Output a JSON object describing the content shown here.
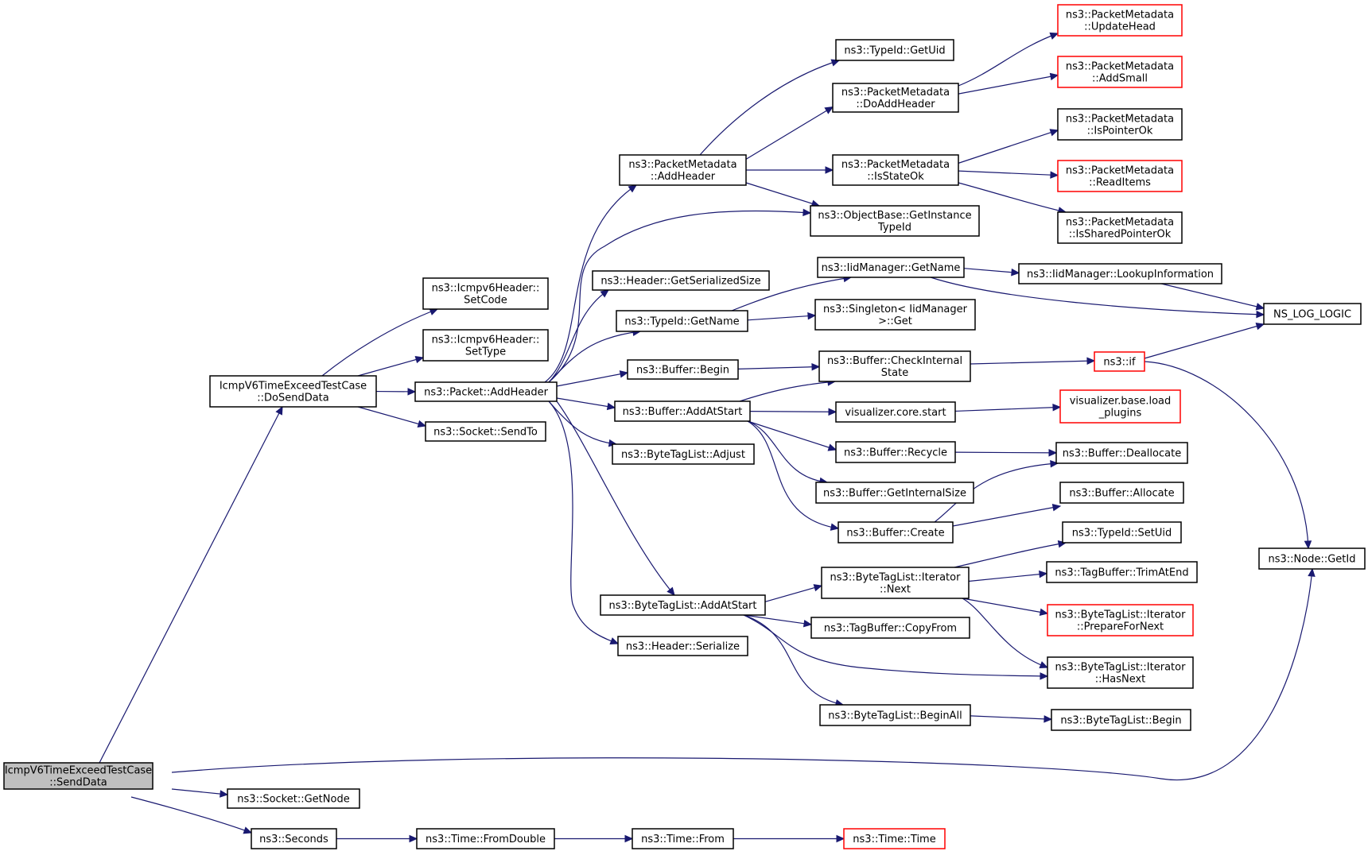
{
  "graph": {
    "nodes": [
      {
        "id": "sendData",
        "lines": [
          "IcmpV6TimeExceedTestCase",
          "::SendData"
        ],
        "style": "root"
      },
      {
        "id": "doSendData",
        "lines": [
          "IcmpV6TimeExceedTestCase",
          "::DoSendData"
        ],
        "style": "normal"
      },
      {
        "id": "setCode",
        "lines": [
          "ns3::Icmpv6Header::",
          "SetCode"
        ],
        "style": "normal"
      },
      {
        "id": "setType",
        "lines": [
          "ns3::Icmpv6Header::",
          "SetType"
        ],
        "style": "normal"
      },
      {
        "id": "pktAddHeader",
        "lines": [
          "ns3::Packet::AddHeader"
        ],
        "style": "normal"
      },
      {
        "id": "sendTo",
        "lines": [
          "ns3::Socket::SendTo"
        ],
        "style": "normal"
      },
      {
        "id": "getNode",
        "lines": [
          "ns3::Socket::GetNode"
        ],
        "style": "normal"
      },
      {
        "id": "seconds",
        "lines": [
          "ns3::Seconds"
        ],
        "style": "normal"
      },
      {
        "id": "fromDouble",
        "lines": [
          "ns3::Time::FromDouble"
        ],
        "style": "normal"
      },
      {
        "id": "timeFrom",
        "lines": [
          "ns3::Time::From"
        ],
        "style": "normal"
      },
      {
        "id": "timeTime",
        "lines": [
          "ns3::Time::Time"
        ],
        "style": "red"
      },
      {
        "id": "pmAddHeader",
        "lines": [
          "ns3::PacketMetadata",
          "::AddHeader"
        ],
        "style": "normal"
      },
      {
        "id": "getSerSize",
        "lines": [
          "ns3::Header::GetSerializedSize"
        ],
        "style": "normal"
      },
      {
        "id": "typeGetName",
        "lines": [
          "ns3::TypeId::GetName"
        ],
        "style": "normal"
      },
      {
        "id": "bufBegin",
        "lines": [
          "ns3::Buffer::Begin"
        ],
        "style": "normal"
      },
      {
        "id": "bufAddAtStart",
        "lines": [
          "ns3::Buffer::AddAtStart"
        ],
        "style": "normal"
      },
      {
        "id": "btlAdjust",
        "lines": [
          "ns3::ByteTagList::Adjust"
        ],
        "style": "normal"
      },
      {
        "id": "btlAddAtStart",
        "lines": [
          "ns3::ByteTagList::AddAtStart"
        ],
        "style": "normal"
      },
      {
        "id": "hdrSerialize",
        "lines": [
          "ns3::Header::Serialize"
        ],
        "style": "normal"
      },
      {
        "id": "getUid",
        "lines": [
          "ns3::TypeId::GetUid"
        ],
        "style": "normal"
      },
      {
        "id": "doAddHeader",
        "lines": [
          "ns3::PacketMetadata",
          "::DoAddHeader"
        ],
        "style": "normal"
      },
      {
        "id": "isStateOk",
        "lines": [
          "ns3::PacketMetadata",
          "::IsStateOk"
        ],
        "style": "normal"
      },
      {
        "id": "getInstTypeId",
        "lines": [
          "ns3::ObjectBase::GetInstance",
          "TypeId"
        ],
        "style": "normal"
      },
      {
        "id": "iidGetName",
        "lines": [
          "ns3::IidManager::GetName"
        ],
        "style": "normal"
      },
      {
        "id": "singletonGet",
        "lines": [
          "ns3::Singleton< IidManager",
          ">::Get"
        ],
        "style": "normal"
      },
      {
        "id": "checkInternal",
        "lines": [
          "ns3::Buffer::CheckInternal",
          "State"
        ],
        "style": "normal"
      },
      {
        "id": "vizCoreStart",
        "lines": [
          "visualizer.core.start"
        ],
        "style": "normal"
      },
      {
        "id": "bufRecycle",
        "lines": [
          "ns3::Buffer::Recycle"
        ],
        "style": "normal"
      },
      {
        "id": "bufGetIntSize",
        "lines": [
          "ns3::Buffer::GetInternalSize"
        ],
        "style": "normal"
      },
      {
        "id": "bufCreate",
        "lines": [
          "ns3::Buffer::Create"
        ],
        "style": "normal"
      },
      {
        "id": "itNext",
        "lines": [
          "ns3::ByteTagList::Iterator",
          "::Next"
        ],
        "style": "normal"
      },
      {
        "id": "tbCopyFrom",
        "lines": [
          "ns3::TagBuffer::CopyFrom"
        ],
        "style": "normal"
      },
      {
        "id": "btlBeginAll",
        "lines": [
          "ns3::ByteTagList::BeginAll"
        ],
        "style": "normal"
      },
      {
        "id": "updateHead",
        "lines": [
          "ns3::PacketMetadata",
          "::UpdateHead"
        ],
        "style": "red"
      },
      {
        "id": "addSmall",
        "lines": [
          "ns3::PacketMetadata",
          "::AddSmall"
        ],
        "style": "red"
      },
      {
        "id": "isPointerOk",
        "lines": [
          "ns3::PacketMetadata",
          "::IsPointerOk"
        ],
        "style": "normal"
      },
      {
        "id": "readItems",
        "lines": [
          "ns3::PacketMetadata",
          "::ReadItems"
        ],
        "style": "red"
      },
      {
        "id": "isSharedPtrOk",
        "lines": [
          "ns3::PacketMetadata",
          "::IsSharedPointerOk"
        ],
        "style": "normal"
      },
      {
        "id": "lookupInfo",
        "lines": [
          "ns3::IidManager::LookupInformation"
        ],
        "style": "normal"
      },
      {
        "id": "nsIf",
        "lines": [
          "ns3::if"
        ],
        "style": "red"
      },
      {
        "id": "vizLoadPlugins",
        "lines": [
          "visualizer.base.load",
          "_plugins"
        ],
        "style": "red"
      },
      {
        "id": "bufDealloc",
        "lines": [
          "ns3::Buffer::Deallocate"
        ],
        "style": "normal"
      },
      {
        "id": "bufAlloc",
        "lines": [
          "ns3::Buffer::Allocate"
        ],
        "style": "normal"
      },
      {
        "id": "setUid",
        "lines": [
          "ns3::TypeId::SetUid"
        ],
        "style": "normal"
      },
      {
        "id": "trimAtEnd",
        "lines": [
          "ns3::TagBuffer::TrimAtEnd"
        ],
        "style": "normal"
      },
      {
        "id": "prepForNext",
        "lines": [
          "ns3::ByteTagList::Iterator",
          "::PrepareForNext"
        ],
        "style": "red"
      },
      {
        "id": "hasNext",
        "lines": [
          "ns3::ByteTagList::Iterator",
          "::HasNext"
        ],
        "style": "normal"
      },
      {
        "id": "btlBegin",
        "lines": [
          "ns3::ByteTagList::Begin"
        ],
        "style": "normal"
      },
      {
        "id": "nsLogLogic",
        "lines": [
          "NS_LOG_LOGIC"
        ],
        "style": "normal"
      },
      {
        "id": "nodeGetId",
        "lines": [
          "ns3::Node::GetId"
        ],
        "style": "normal"
      }
    ],
    "edges": [
      [
        "sendData",
        "doSendData"
      ],
      [
        "sendData",
        "nodeGetId"
      ],
      [
        "sendData",
        "getNode"
      ],
      [
        "sendData",
        "seconds"
      ],
      [
        "doSendData",
        "setCode"
      ],
      [
        "doSendData",
        "setType"
      ],
      [
        "doSendData",
        "pktAddHeader"
      ],
      [
        "doSendData",
        "sendTo"
      ],
      [
        "seconds",
        "fromDouble"
      ],
      [
        "fromDouble",
        "timeFrom"
      ],
      [
        "timeFrom",
        "timeTime"
      ],
      [
        "pktAddHeader",
        "pmAddHeader"
      ],
      [
        "pktAddHeader",
        "getInstTypeId"
      ],
      [
        "pktAddHeader",
        "getSerSize"
      ],
      [
        "pktAddHeader",
        "typeGetName"
      ],
      [
        "pktAddHeader",
        "bufBegin"
      ],
      [
        "pktAddHeader",
        "bufAddAtStart"
      ],
      [
        "pktAddHeader",
        "btlAdjust"
      ],
      [
        "pktAddHeader",
        "btlAddAtStart"
      ],
      [
        "pktAddHeader",
        "hdrSerialize"
      ],
      [
        "pmAddHeader",
        "getUid"
      ],
      [
        "pmAddHeader",
        "doAddHeader"
      ],
      [
        "pmAddHeader",
        "isStateOk"
      ],
      [
        "pmAddHeader",
        "getInstTypeId"
      ],
      [
        "doAddHeader",
        "updateHead"
      ],
      [
        "doAddHeader",
        "addSmall"
      ],
      [
        "isStateOk",
        "isPointerOk"
      ],
      [
        "isStateOk",
        "readItems"
      ],
      [
        "isStateOk",
        "isSharedPtrOk"
      ],
      [
        "typeGetName",
        "iidGetName"
      ],
      [
        "typeGetName",
        "singletonGet"
      ],
      [
        "iidGetName",
        "lookupInfo"
      ],
      [
        "iidGetName",
        "nsLogLogic"
      ],
      [
        "lookupInfo",
        "nsLogLogic"
      ],
      [
        "bufBegin",
        "checkInternal"
      ],
      [
        "checkInternal",
        "nsIf"
      ],
      [
        "nsIf",
        "nsLogLogic"
      ],
      [
        "nsIf",
        "nodeGetId"
      ],
      [
        "bufAddAtStart",
        "checkInternal"
      ],
      [
        "bufAddAtStart",
        "vizCoreStart"
      ],
      [
        "bufAddAtStart",
        "bufRecycle"
      ],
      [
        "bufAddAtStart",
        "bufGetIntSize"
      ],
      [
        "bufAddAtStart",
        "bufCreate"
      ],
      [
        "vizCoreStart",
        "vizLoadPlugins"
      ],
      [
        "bufRecycle",
        "bufDealloc"
      ],
      [
        "bufCreate",
        "bufDealloc"
      ],
      [
        "bufCreate",
        "bufAlloc"
      ],
      [
        "btlAddAtStart",
        "itNext"
      ],
      [
        "btlAddAtStart",
        "tbCopyFrom"
      ],
      [
        "btlAddAtStart",
        "hasNext"
      ],
      [
        "btlAddAtStart",
        "btlBeginAll"
      ],
      [
        "itNext",
        "setUid"
      ],
      [
        "itNext",
        "trimAtEnd"
      ],
      [
        "itNext",
        "prepForNext"
      ],
      [
        "itNext",
        "hasNext"
      ],
      [
        "btlBeginAll",
        "btlBegin"
      ]
    ]
  }
}
